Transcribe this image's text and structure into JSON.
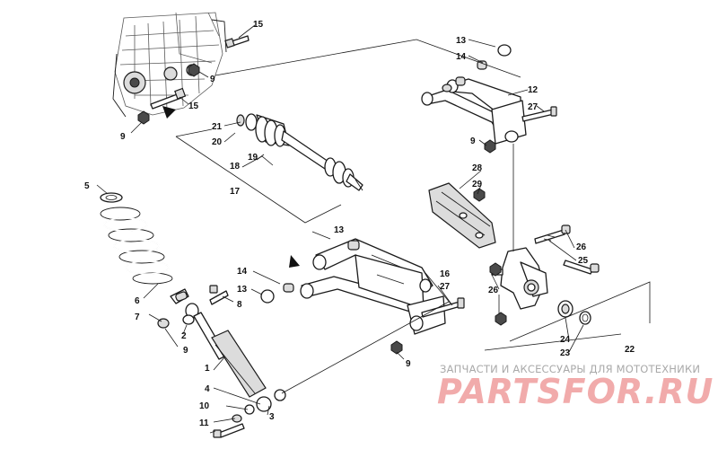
{
  "callouts": {
    "c1": "1",
    "c2": "2",
    "c3": "3",
    "c4": "4",
    "c5": "5",
    "c6": "6",
    "c7": "7",
    "c8": "8",
    "c9a": "9",
    "c9b": "9",
    "c9c": "9",
    "c9d": "9",
    "c9e": "9",
    "c10": "10",
    "c11": "11",
    "c12": "12",
    "c13a": "13",
    "c13b": "13",
    "c13c": "13",
    "c14a": "14",
    "c14b": "14",
    "c15a": "15",
    "c15b": "15",
    "c16": "16",
    "c17": "17",
    "c18": "18",
    "c19": "19",
    "c20": "20",
    "c21": "21",
    "c22": "22",
    "c23": "23",
    "c24": "24",
    "c25": "25",
    "c26a": "26",
    "c26b": "26",
    "c27a": "27",
    "c27b": "27",
    "c28": "28",
    "c29": "29"
  },
  "watermark": {
    "subtitle": "ЗАПЧАСТИ И АКСЕССУАРЫ ДЛЯ МОТОТЕХНИКИ",
    "brand": "PARTSFOR.RU"
  }
}
